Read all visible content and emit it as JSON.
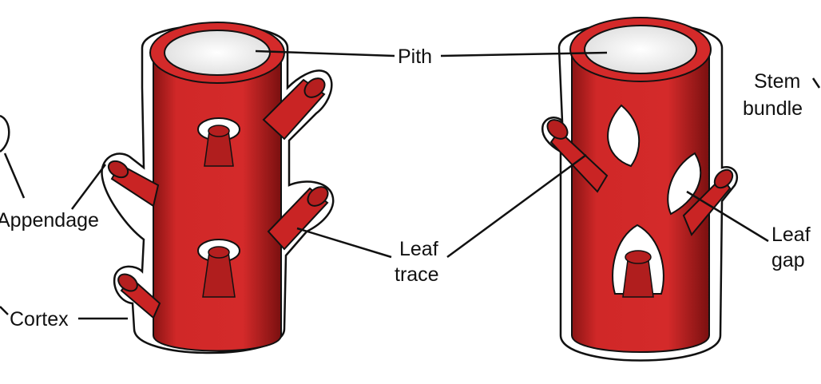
{
  "labels": {
    "pith": "Pith",
    "appendage": "Appendage",
    "cortex": "Cortex",
    "leaf_trace_line1": "Leaf",
    "leaf_trace_line2": "trace",
    "stem_line1": "Stem",
    "stem_line2": "bundle",
    "leaf_gap_line1": "Leaf",
    "leaf_gap_line2": "gap"
  },
  "colors": {
    "vascular_red": "#d42a2a",
    "vascular_dark": "#7a1010",
    "cortex_fill": "#ffffff",
    "outline": "#111111",
    "pith_fill": "#f4f4f4"
  }
}
